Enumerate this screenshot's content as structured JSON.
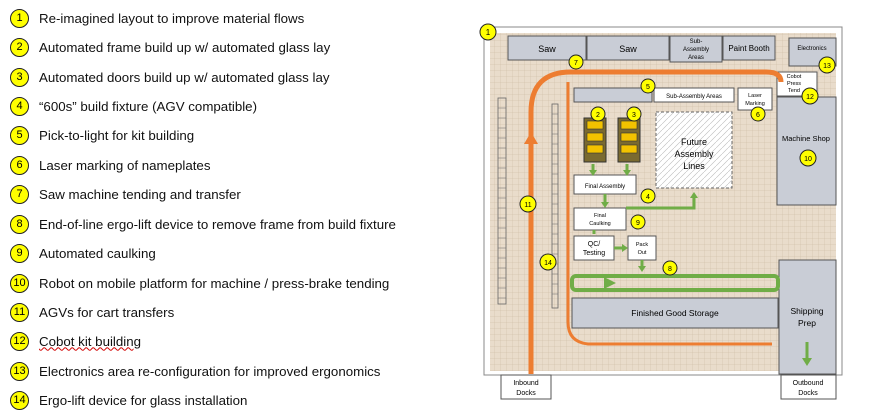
{
  "legend": [
    {
      "num": "1",
      "text": "Re-imagined layout to improve material flows"
    },
    {
      "num": "2",
      "text": "Automated frame build up w/ automated glass lay"
    },
    {
      "num": "3",
      "text": "Automated doors build up w/ automated glass lay"
    },
    {
      "num": "4",
      "text": "“600s” build fixture (AGV compatible)"
    },
    {
      "num": "5",
      "text": "Pick-to-light for kit building"
    },
    {
      "num": "6",
      "text": "Laser marking of nameplates"
    },
    {
      "num": "7",
      "text": "Saw machine tending and transfer"
    },
    {
      "num": "8",
      "text": "End-of-line ergo-lift device to remove frame from build fixture"
    },
    {
      "num": "9",
      "text": "Automated caulking"
    },
    {
      "num": "10",
      "text": "Robot on mobile platform for machine / press-brake tending"
    },
    {
      "num": "11",
      "text": "AGVs for cart transfers"
    },
    {
      "num": "12",
      "text": "Cobot kit building"
    },
    {
      "num": "13",
      "text": "Electronics area re-configuration for improved ergonomics"
    },
    {
      "num": "14",
      "text": "Ergo-lift device for glass installation"
    }
  ],
  "plan": {
    "saw1": "Saw",
    "saw2": "Saw",
    "sub_assembly_top_1": "Sub-",
    "sub_assembly_top_2": "Assembly",
    "sub_assembly_top_3": "Areas",
    "paint_booth": "Paint Booth",
    "electronics": "Electronics",
    "cobot_1": "Cobot",
    "cobot_2": "Press",
    "cobot_3": "Tend",
    "sub_assembly_areas": "Sub-Assembly Areas",
    "laser_1": "Laser",
    "laser_2": "Marking",
    "machine_shop": "Machine Shop",
    "future_1": "Future",
    "future_2": "Assembly",
    "future_3": "Lines",
    "final_assembly": "Final Assembly",
    "final_caulking_1": "Final",
    "final_caulking_2": "Caulking",
    "qc_1": "QC/",
    "qc_2": "Testing",
    "pack_1": "Pack",
    "pack_2": "Out",
    "finished_good_storage": "Finished Good Storage",
    "shipping_1": "Shipping",
    "shipping_2": "Prep",
    "inbound_1": "Inbound",
    "inbound_2": "Docks",
    "outbound_1": "Outbound",
    "outbound_2": "Docks",
    "badges": [
      "1",
      "2",
      "3",
      "4",
      "5",
      "6",
      "7",
      "8",
      "9",
      "10",
      "11",
      "12",
      "13",
      "14"
    ]
  },
  "colors": {
    "badge": "#ffff00",
    "flow_orange": "#ed7d31",
    "flow_green": "#70ad47",
    "box_fill": "#c9cdd6",
    "floor": "#e9dccb"
  }
}
